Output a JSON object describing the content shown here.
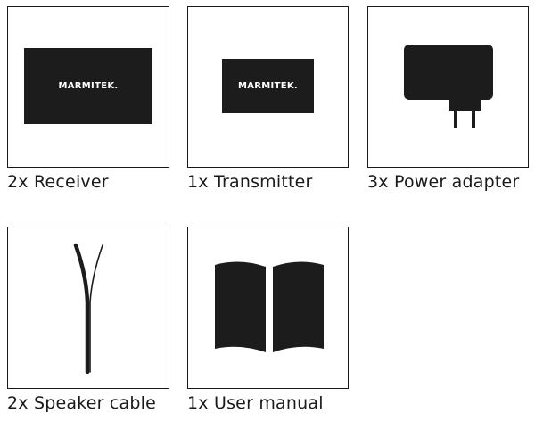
{
  "items": [
    {
      "caption": "2x Receiver",
      "brand": "MARMITEK.",
      "icon": "receiver-icon"
    },
    {
      "caption": "1x Transmitter",
      "brand": "MARMITEK.",
      "icon": "transmitter-icon"
    },
    {
      "caption": "3x Power adapter",
      "icon": "power-adapter-icon"
    },
    {
      "caption": "2x Speaker cable",
      "icon": "speaker-cable-icon"
    },
    {
      "caption": "1x User manual",
      "icon": "user-manual-icon"
    }
  ],
  "colors": {
    "ink": "#1c1c1c",
    "border": "#1a1a1a",
    "background": "#ffffff"
  }
}
